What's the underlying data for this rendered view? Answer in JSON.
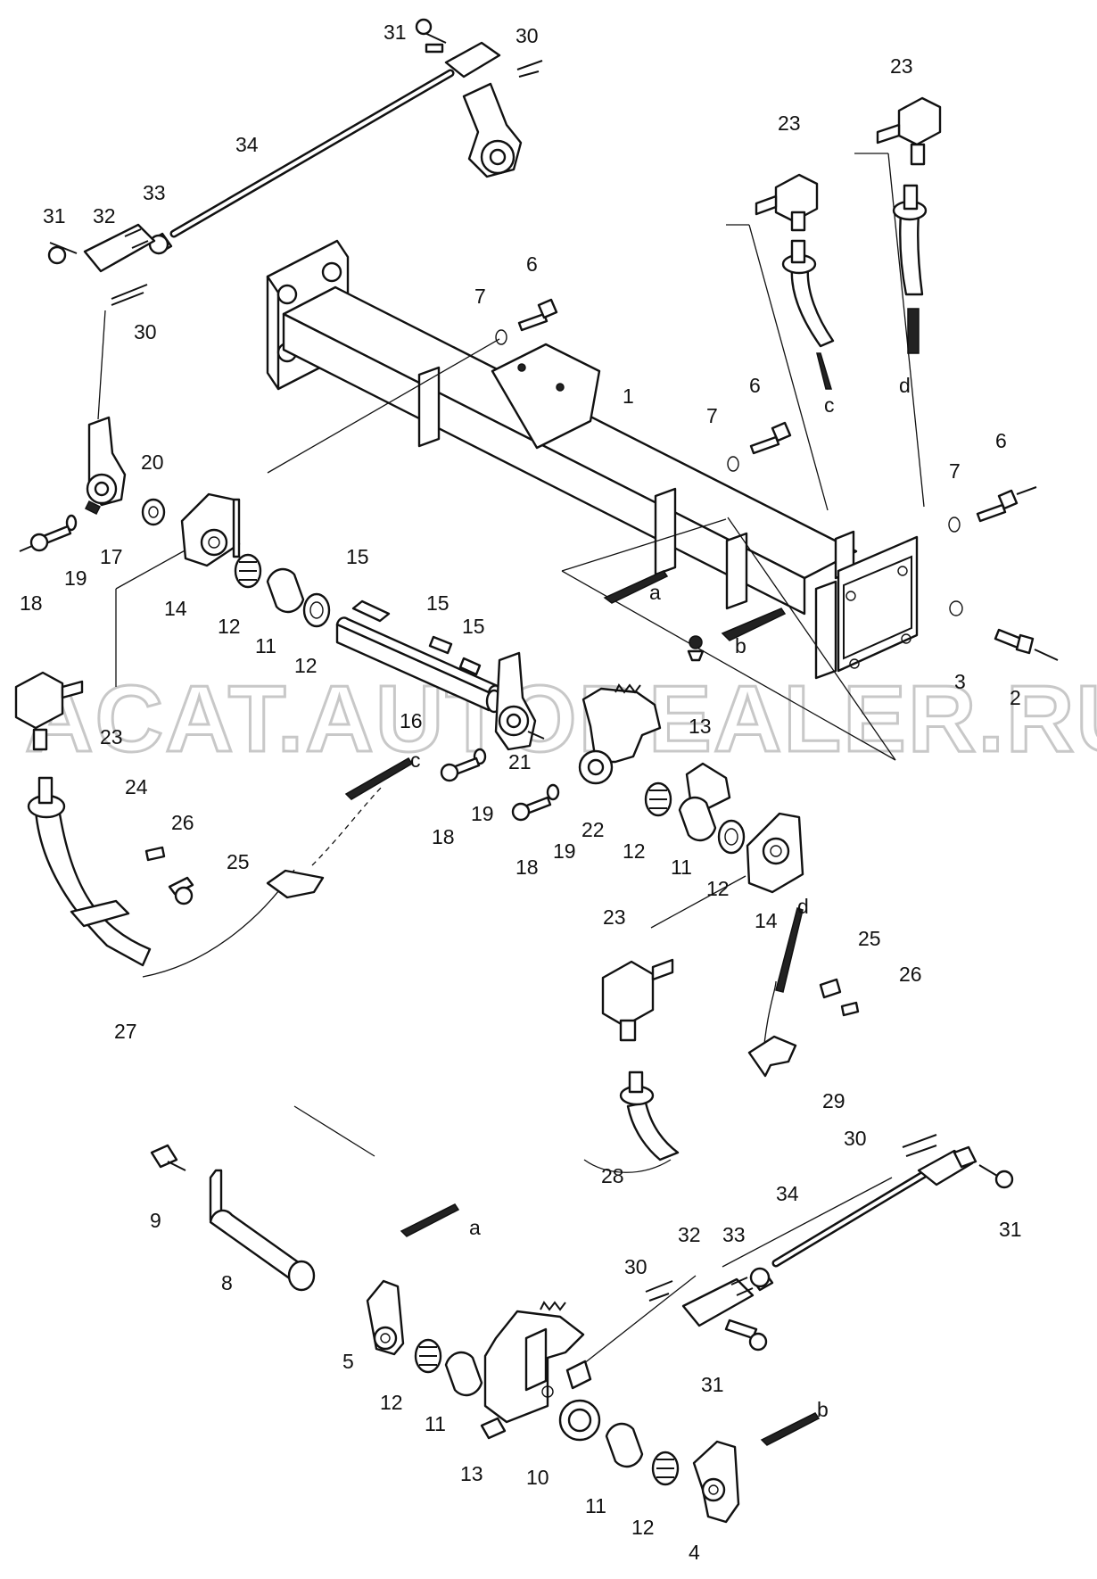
{
  "watermark": "ACAT.AUTODEALER.RU",
  "callouts": [
    {
      "id": "c31a",
      "text": "31"
    },
    {
      "id": "c30a",
      "text": "30"
    },
    {
      "id": "c34a",
      "text": "34"
    },
    {
      "id": "c33a",
      "text": "33"
    },
    {
      "id": "c31b",
      "text": "31"
    },
    {
      "id": "c32a",
      "text": "32"
    },
    {
      "id": "c30b",
      "text": "30"
    },
    {
      "id": "c6a",
      "text": "6"
    },
    {
      "id": "c7a",
      "text": "7"
    },
    {
      "id": "c23a",
      "text": "23"
    },
    {
      "id": "c23b",
      "text": "23"
    },
    {
      "id": "c1",
      "text": "1"
    },
    {
      "id": "c6b",
      "text": "6"
    },
    {
      "id": "c7b",
      "text": "7"
    },
    {
      "id": "c6c",
      "text": "6"
    },
    {
      "id": "c7c",
      "text": "7"
    },
    {
      "id": "c20",
      "text": "20"
    },
    {
      "id": "c17",
      "text": "17"
    },
    {
      "id": "c19a",
      "text": "19"
    },
    {
      "id": "c18a",
      "text": "18"
    },
    {
      "id": "c14a",
      "text": "14"
    },
    {
      "id": "c12a",
      "text": "12"
    },
    {
      "id": "c11a",
      "text": "11"
    },
    {
      "id": "c12b",
      "text": "12"
    },
    {
      "id": "c15a",
      "text": "15"
    },
    {
      "id": "c15b",
      "text": "15"
    },
    {
      "id": "c15c",
      "text": "15"
    },
    {
      "id": "c16",
      "text": "16"
    },
    {
      "id": "c3",
      "text": "3"
    },
    {
      "id": "c2",
      "text": "2"
    },
    {
      "id": "c13a",
      "text": "13"
    },
    {
      "id": "c23c",
      "text": "23"
    },
    {
      "id": "c21",
      "text": "21"
    },
    {
      "id": "c19b",
      "text": "19"
    },
    {
      "id": "c18b",
      "text": "18"
    },
    {
      "id": "c19c",
      "text": "19"
    },
    {
      "id": "c22",
      "text": "22"
    },
    {
      "id": "c18c",
      "text": "18"
    },
    {
      "id": "c12c",
      "text": "12"
    },
    {
      "id": "c11b",
      "text": "11"
    },
    {
      "id": "c12d",
      "text": "12"
    },
    {
      "id": "c14b",
      "text": "14"
    },
    {
      "id": "c24",
      "text": "24"
    },
    {
      "id": "c26a",
      "text": "26"
    },
    {
      "id": "c25a",
      "text": "25"
    },
    {
      "id": "c27",
      "text": "27"
    },
    {
      "id": "c23d",
      "text": "23"
    },
    {
      "id": "c25b",
      "text": "25"
    },
    {
      "id": "c26b",
      "text": "26"
    },
    {
      "id": "c29",
      "text": "29"
    },
    {
      "id": "c28",
      "text": "28"
    },
    {
      "id": "c30c",
      "text": "30"
    },
    {
      "id": "c9",
      "text": "9"
    },
    {
      "id": "c8",
      "text": "8"
    },
    {
      "id": "c34b",
      "text": "34"
    },
    {
      "id": "c31c",
      "text": "31"
    },
    {
      "id": "c32b",
      "text": "32"
    },
    {
      "id": "c33b",
      "text": "33"
    },
    {
      "id": "c30d",
      "text": "30"
    },
    {
      "id": "c31d",
      "text": "31"
    },
    {
      "id": "c5",
      "text": "5"
    },
    {
      "id": "c12e",
      "text": "12"
    },
    {
      "id": "c11c",
      "text": "11"
    },
    {
      "id": "c13b",
      "text": "13"
    },
    {
      "id": "c10",
      "text": "10"
    },
    {
      "id": "c11d",
      "text": "11"
    },
    {
      "id": "c12f",
      "text": "12"
    },
    {
      "id": "c4",
      "text": "4"
    }
  ],
  "refs": [
    {
      "id": "rc1",
      "text": "c"
    },
    {
      "id": "rd1",
      "text": "d"
    },
    {
      "id": "ra1",
      "text": "a"
    },
    {
      "id": "rb1",
      "text": "b"
    },
    {
      "id": "rc2",
      "text": "c"
    },
    {
      "id": "rd2",
      "text": "d"
    },
    {
      "id": "ra2",
      "text": "a"
    },
    {
      "id": "rb2",
      "text": "b"
    }
  ]
}
